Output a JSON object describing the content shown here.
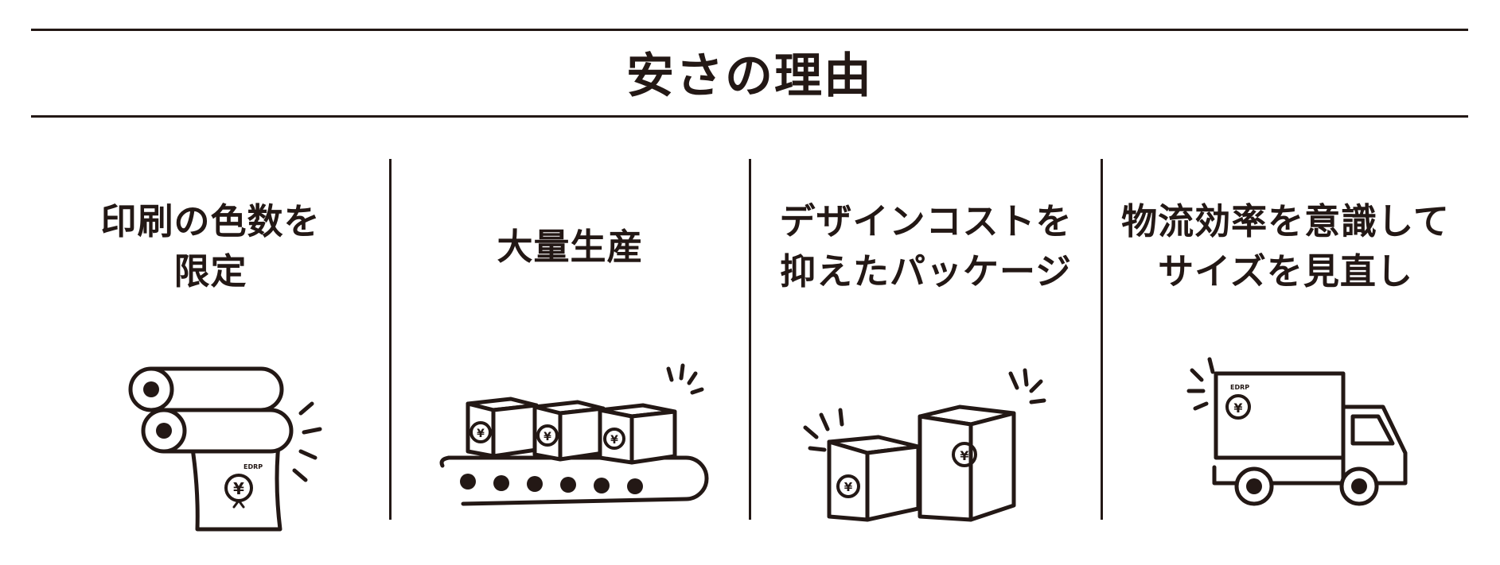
{
  "page": {
    "heading": "安さの理由",
    "colors": {
      "ink": "#231815",
      "background": "#ffffff"
    }
  },
  "panels": [
    {
      "title_lines": [
        "印刷の色数を",
        "限定"
      ],
      "icon": "printing-rollers-icon"
    },
    {
      "title_lines": [
        "大量生産"
      ],
      "icon": "conveyor-belt-icon"
    },
    {
      "title_lines": [
        "デザインコストを",
        "抑えたパッケージ"
      ],
      "icon": "package-boxes-icon"
    },
    {
      "title_lines": [
        "物流効率を意識して",
        "サイズを見直し"
      ],
      "icon": "delivery-truck-icon"
    }
  ],
  "brand": {
    "mark": "¥",
    "name": "EDRP"
  }
}
